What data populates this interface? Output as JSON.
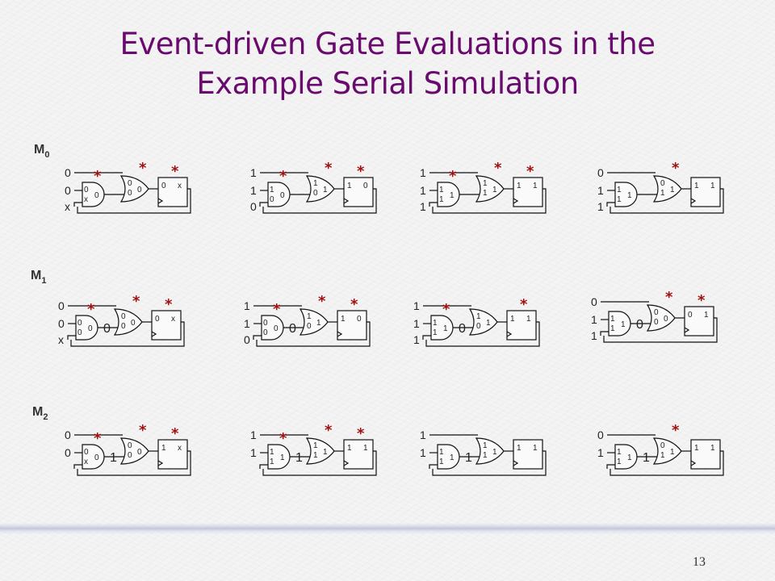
{
  "title": [
    "Event-driven Gate Evaluations in the",
    "Example Serial Simulation"
  ],
  "page_number": "13",
  "rows": [
    {
      "label": "M",
      "sub": "0",
      "circuits": [
        {
          "inA": "0",
          "inB": "0",
          "inC": "x",
          "and_in": [
            "0",
            "x"
          ],
          "and_out": "0",
          "wire_val": "",
          "or_in": [
            "0",
            "0"
          ],
          "or_out": "0",
          "ff_d": "0",
          "ff_q": "x",
          "stars": [
            1,
            1,
            1
          ]
        },
        {
          "inA": "1",
          "inB": "1",
          "inC": "0",
          "and_in": [
            "1",
            "0"
          ],
          "and_out": "0",
          "wire_val": "",
          "or_in": [
            "1",
            "0"
          ],
          "or_out": "1",
          "ff_d": "1",
          "ff_q": "0",
          "stars": [
            1,
            1,
            1
          ]
        },
        {
          "inA": "1",
          "inB": "1",
          "inC": "1",
          "and_in": [
            "1",
            "1"
          ],
          "and_out": "1",
          "wire_val": "",
          "or_in": [
            "1",
            "1"
          ],
          "or_out": "1",
          "ff_d": "1",
          "ff_q": "1",
          "stars": [
            1,
            1,
            1
          ]
        },
        {
          "inA": "0",
          "inB": "1",
          "inC": "1",
          "and_in": [
            "1",
            "1"
          ],
          "and_out": "1",
          "wire_val": "",
          "or_in": [
            "0",
            "1"
          ],
          "or_out": "1",
          "ff_d": "1",
          "ff_q": "1",
          "stars": [
            0,
            1,
            0
          ]
        }
      ]
    },
    {
      "label": "M",
      "sub": "1",
      "circuits": [
        {
          "inA": "0",
          "inB": "0",
          "inC": "x",
          "and_in": [
            "0",
            "0"
          ],
          "and_out": "0",
          "wire_val": "0",
          "or_in": [
            "0",
            "0"
          ],
          "or_out": "0",
          "ff_d": "0",
          "ff_q": "x",
          "stars": [
            1,
            1,
            1
          ]
        },
        {
          "inA": "1",
          "inB": "1",
          "inC": "0",
          "and_in": [
            "0",
            "0"
          ],
          "and_out": "0",
          "wire_val": "0",
          "or_in": [
            "1",
            "0"
          ],
          "or_out": "1",
          "ff_d": "1",
          "ff_q": "0",
          "stars": [
            1,
            1,
            1
          ]
        },
        {
          "inA": "1",
          "inB": "1",
          "inC": "1",
          "and_in": [
            "1",
            "1"
          ],
          "and_out": "1",
          "wire_val": "0",
          "or_in": [
            "1",
            "0"
          ],
          "or_out": "1",
          "ff_d": "1",
          "ff_q": "1",
          "stars": [
            1,
            0,
            1
          ]
        },
        {
          "inA": "0",
          "inB": "1",
          "inC": "1",
          "and_in": [
            "1",
            "1"
          ],
          "and_out": "1",
          "wire_val": "0",
          "or_in": [
            "0",
            "0"
          ],
          "or_out": "0",
          "ff_d": "0",
          "ff_q": "1",
          "stars": [
            0,
            1,
            1
          ]
        }
      ]
    },
    {
      "label": "M",
      "sub": "2",
      "circuits": [
        {
          "inA": "0",
          "inB": "0",
          "inC": "",
          "and_in": [
            "0",
            "x"
          ],
          "and_out": "0",
          "wire_val": "1",
          "or_in": [
            "0",
            "0"
          ],
          "or_out": "0",
          "ff_d": "1",
          "ff_q": "x",
          "stars": [
            1,
            1,
            1
          ]
        },
        {
          "inA": "1",
          "inB": "1",
          "inC": "",
          "and_in": [
            "1",
            "1"
          ],
          "and_out": "1",
          "wire_val": "1",
          "or_in": [
            "1",
            "1"
          ],
          "or_out": "1",
          "ff_d": "1",
          "ff_q": "1",
          "stars": [
            1,
            1,
            1
          ]
        },
        {
          "inA": "1",
          "inB": "1",
          "inC": "",
          "and_in": [
            "1",
            "1"
          ],
          "and_out": "1",
          "wire_val": "1",
          "or_in": [
            "1",
            "1"
          ],
          "or_out": "1",
          "ff_d": "1",
          "ff_q": "1",
          "stars": [
            0,
            0,
            0
          ]
        },
        {
          "inA": "0",
          "inB": "1",
          "inC": "",
          "and_in": [
            "1",
            "1"
          ],
          "and_out": "1",
          "wire_val": "1",
          "or_in": [
            "0",
            "1"
          ],
          "or_out": "1",
          "ff_d": "1",
          "ff_q": "1",
          "stars": [
            0,
            1,
            0
          ]
        }
      ]
    }
  ]
}
